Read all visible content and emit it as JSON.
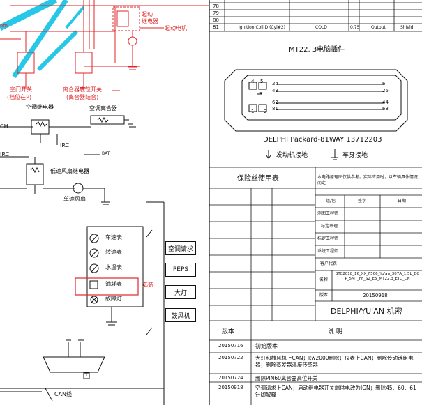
{
  "schematic": {
    "labels": {
      "start_relay": "起动\n继电器",
      "start_motor": "起动电机",
      "door_switch": "空门开关",
      "door_switch_note": "(档位在P)",
      "clutch_switch": "离合器底位开关",
      "clutch_switch_note": "(离合器结合)",
      "ac_relay": "空调继电器",
      "ac_clutch": "空调离合器",
      "ch": "CH",
      "irc_a": "IRC",
      "irc_b": "IRC",
      "bat": "BAT",
      "low_fan_relay": "低速风扇继电器",
      "single_fan": "单速风扇",
      "gauge_speed": "车速表",
      "gauge_rpm": "转速表",
      "gauge_temp": "水温表",
      "gauge_fuel": "油耗表",
      "gauge_fault": "故障灯",
      "optional": "选装",
      "can_line": "CAN线",
      "corner_text": "om",
      "connector_pin": "1"
    },
    "buttons": [
      "空调请求",
      "PEPS",
      "大灯",
      "鼓风机"
    ]
  },
  "pin_table": {
    "rows": [
      {
        "pin": "78",
        "name": "",
        "state": "",
        "value": "",
        "type": "",
        "shield": ""
      },
      {
        "pin": "79",
        "name": "",
        "state": "",
        "value": "",
        "type": "",
        "shield": ""
      },
      {
        "pin": "80",
        "name": "",
        "state": "",
        "value": "",
        "type": "",
        "shield": ""
      },
      {
        "pin": "81",
        "name": "Ignition Coil D (Cyl#2)",
        "state": "COLD",
        "value": "0.75",
        "type": "Output",
        "shield": "Shield"
      }
    ]
  },
  "connector": {
    "title": "MT22. 3电脑插件",
    "part": "DELPHI Packard-81WAY  13712203",
    "pins": {
      "p4": "4",
      "p5": "5",
      "p24": "24",
      "p43": "43",
      "p3": "3",
      "p1": "1",
      "p2": "2",
      "p62": "62",
      "p81": "81",
      "p6": "6",
      "p25": "25",
      "p44": "44",
      "p63": "63"
    },
    "legend_engine_ground": "发动机接地",
    "legend_body_ground": "车身接地"
  },
  "fuse": {
    "title": "保险丝使用表"
  },
  "titleblock": {
    "note": "本电路原理图仅供参考。实际应用时，以车辆具体情况而定",
    "col_headers": [
      "组/包",
      "签字",
      "日期"
    ],
    "rows": [
      "测图工程师",
      "标定审理",
      "标定工程师",
      "系统工程师",
      "客户代表"
    ],
    "name_label": "名称",
    "name_value": "BTC2018_16_XX_F506_Yu'an_307A_1.5L_DCP_5MT_FF_S2_E5_MT22.3_ETC_CN",
    "version_label": "版本",
    "version_value": "20150918",
    "company": "DELPHI/YU'AN  机密"
  },
  "revision": {
    "header_version": "版本",
    "header_desc": "说    明",
    "rows": [
      {
        "version": "20150716",
        "desc": "初始版本"
      },
      {
        "version": "20150722",
        "desc": "大灯和鼓风机上CAN；kw2000删除；仪表上CAN；删除传动链组电器；删除蒸发器温度传感器"
      },
      {
        "version": "20150724",
        "desc": "删除PIN60离合器高位开关"
      },
      {
        "version": "20150918",
        "desc": "空调请求上CAN；启动继电器开关端供电改为IGN；删除45、60、61针脚解释"
      }
    ]
  }
}
